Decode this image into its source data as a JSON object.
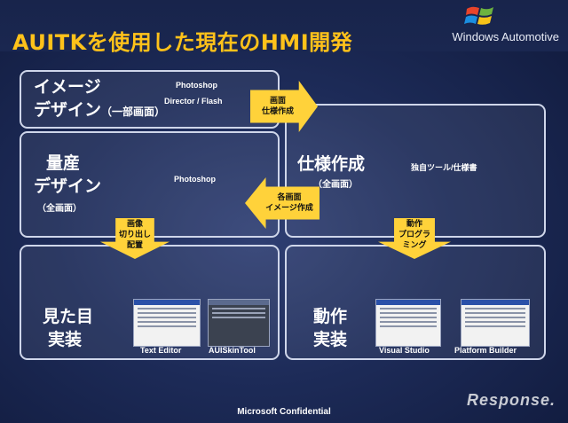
{
  "title": "AUITKを使用した現在のHMI開発",
  "brand": {
    "name": "Windows Automotive",
    "logo": "windows-flag-logo"
  },
  "panels": {
    "image_design": {
      "line1": "イメージ",
      "line2": "デザイン",
      "note": "（一部画面）",
      "tools": [
        "Photoshop",
        "Director / Flash"
      ]
    },
    "mass_design": {
      "line1": "量産",
      "line2": "デザイン",
      "note": "（全画面）",
      "tool": "Photoshop"
    },
    "spec": {
      "title": "仕様作成",
      "note": "（全画面）",
      "tool": "独自ツール/仕様書"
    },
    "appearance": {
      "line1": "見た目",
      "line2": "実装",
      "tools": [
        "Text Editor",
        "AUISkinTool"
      ]
    },
    "behavior": {
      "line1": "動作",
      "line2": "実装",
      "tools": [
        "Visual Studio",
        "Platform Builder"
      ]
    }
  },
  "arrows": {
    "to_spec": [
      "画面",
      "仕様作成"
    ],
    "to_mass": [
      "各画面",
      "イメージ作成"
    ],
    "to_appearance": [
      "画像",
      "切り出し",
      "配置"
    ],
    "to_behavior": [
      "動作",
      "プログラ",
      "ミング"
    ]
  },
  "footer": "Microsoft Confidential",
  "watermark": "Response.",
  "colors": {
    "title": "#ffc21a",
    "arrow": "#ffd23a",
    "background": "#1d2b58"
  }
}
